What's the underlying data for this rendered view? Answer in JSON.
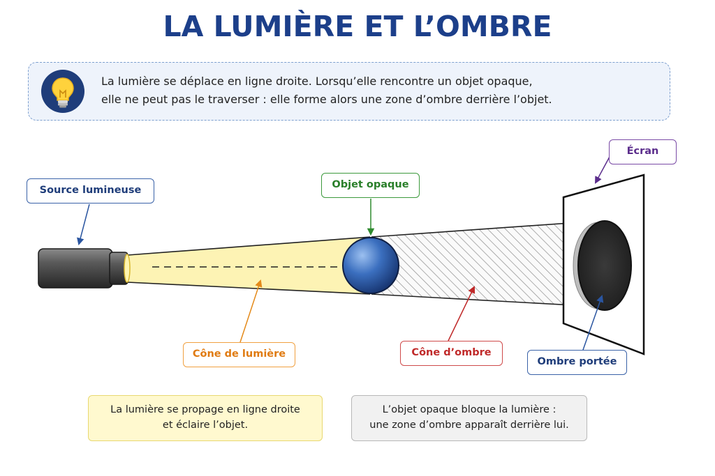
{
  "title": "LA LUMIÈRE ET L’OMBRE",
  "intro": {
    "icon": "lightbulb-icon",
    "lines": [
      "La lumière se déplace en ligne droite. Lorsqu’elle rencontre un objet opaque,",
      "elle ne peut pas le traverser : elle forme alors une zone d’ombre derrière l’objet."
    ]
  },
  "labels": {
    "source": "Source lumineuse",
    "objet": "Objet opaque",
    "ecran": "Écran",
    "cone_lumiere": "Cône de lumière",
    "cone_ombre": "Cône d’ombre",
    "ombre_portee": "Ombre portée"
  },
  "notes": {
    "light": [
      "La lumière se propage en ligne droite",
      "et éclaire l’objet."
    ],
    "shadow": [
      "L’objet opaque bloque la lumière :",
      "une zone d’ombre apparaît derrière lui."
    ]
  },
  "colors": {
    "title": "#1c3f8a",
    "light_cone": "#fdf3b0",
    "sphere": "#2e5ea8",
    "shadow_disc": "#2b2b2b",
    "source_label": "#1f3d7a",
    "objet_label": "#2a7f2a",
    "ecran_label": "#5b2d8c",
    "cone_lumiere_label": "#e07b12",
    "cone_ombre_label": "#c02a2a",
    "ombre_portee_label": "#1f3d7a"
  }
}
